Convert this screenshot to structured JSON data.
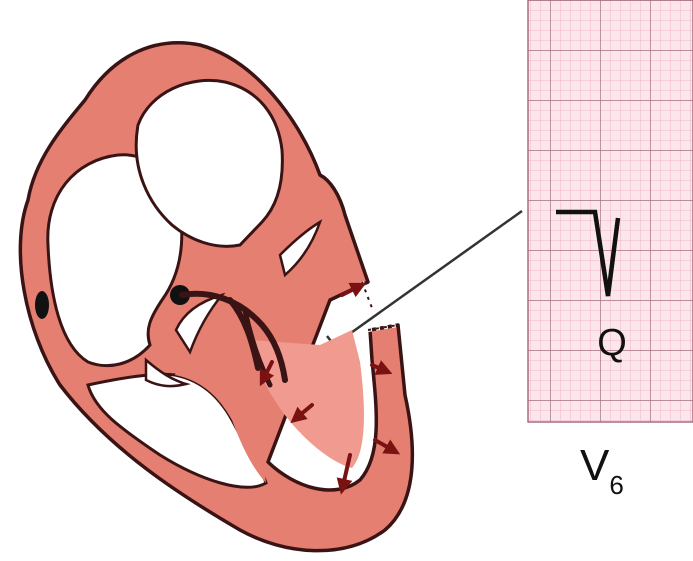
{
  "ecg": {
    "wave_label": "Q",
    "lead_label": "V",
    "lead_subscript": "6"
  },
  "colors": {
    "myocardium": "#e47f72",
    "outline": "#3a1414",
    "chamber": "#ffffff",
    "arrow": "#7a1212",
    "grid_bg": "#fbe6ec",
    "grid_minor": "#f0a9bd",
    "grid_major": "#a86e80"
  }
}
